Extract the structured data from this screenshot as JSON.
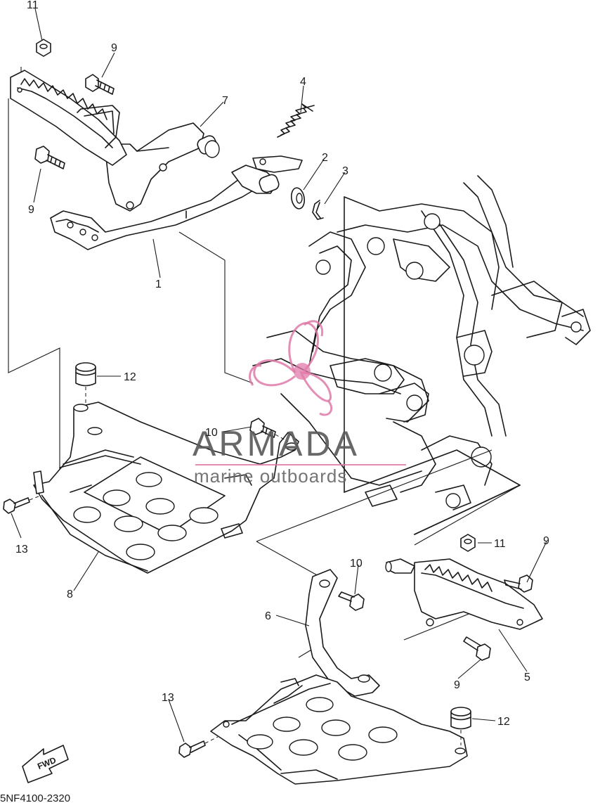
{
  "callouts": {
    "c11_top": "11",
    "c9_top": "9",
    "c4": "4",
    "c7": "7",
    "c2": "2",
    "c3": "3",
    "c9_left": "9",
    "c1": "1",
    "c12_top": "12",
    "c10_top": "10",
    "c13_left": "13",
    "c8": "8",
    "c11_right": "11",
    "c9_right": "9",
    "c10_mid": "10",
    "c6": "6",
    "c5": "5",
    "c9_lower": "9",
    "c13_bottom": "13",
    "c12_bottom": "12"
  },
  "fwd_label": "FWD",
  "diagram_number": "5NF4100-2320",
  "watermark": {
    "brand": "ARMADA",
    "tagline": "marine outboards",
    "accent_color": "#e07aa8",
    "text_color": "#5c5c5c"
  }
}
